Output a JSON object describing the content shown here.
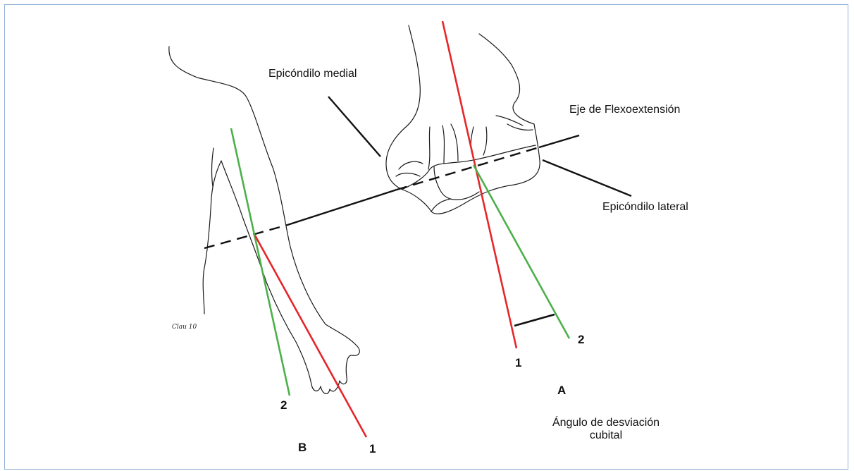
{
  "labels": {
    "medial": "Epicóndilo medial",
    "axis": "Eje de Flexoextensión",
    "lateral": "Epicóndilo lateral",
    "angle_line1": "Ángulo de desviación",
    "angle_line2": "cubital",
    "figA": "A",
    "figB": "B",
    "a_line1": "1",
    "a_line2": "2",
    "b_line1": "1",
    "b_line2": "2",
    "signature": "Clau 10"
  },
  "colors": {
    "line1": "#e5262a",
    "line2": "#4cb04a",
    "axis": "#111111",
    "frame": "#8fb0d6"
  }
}
